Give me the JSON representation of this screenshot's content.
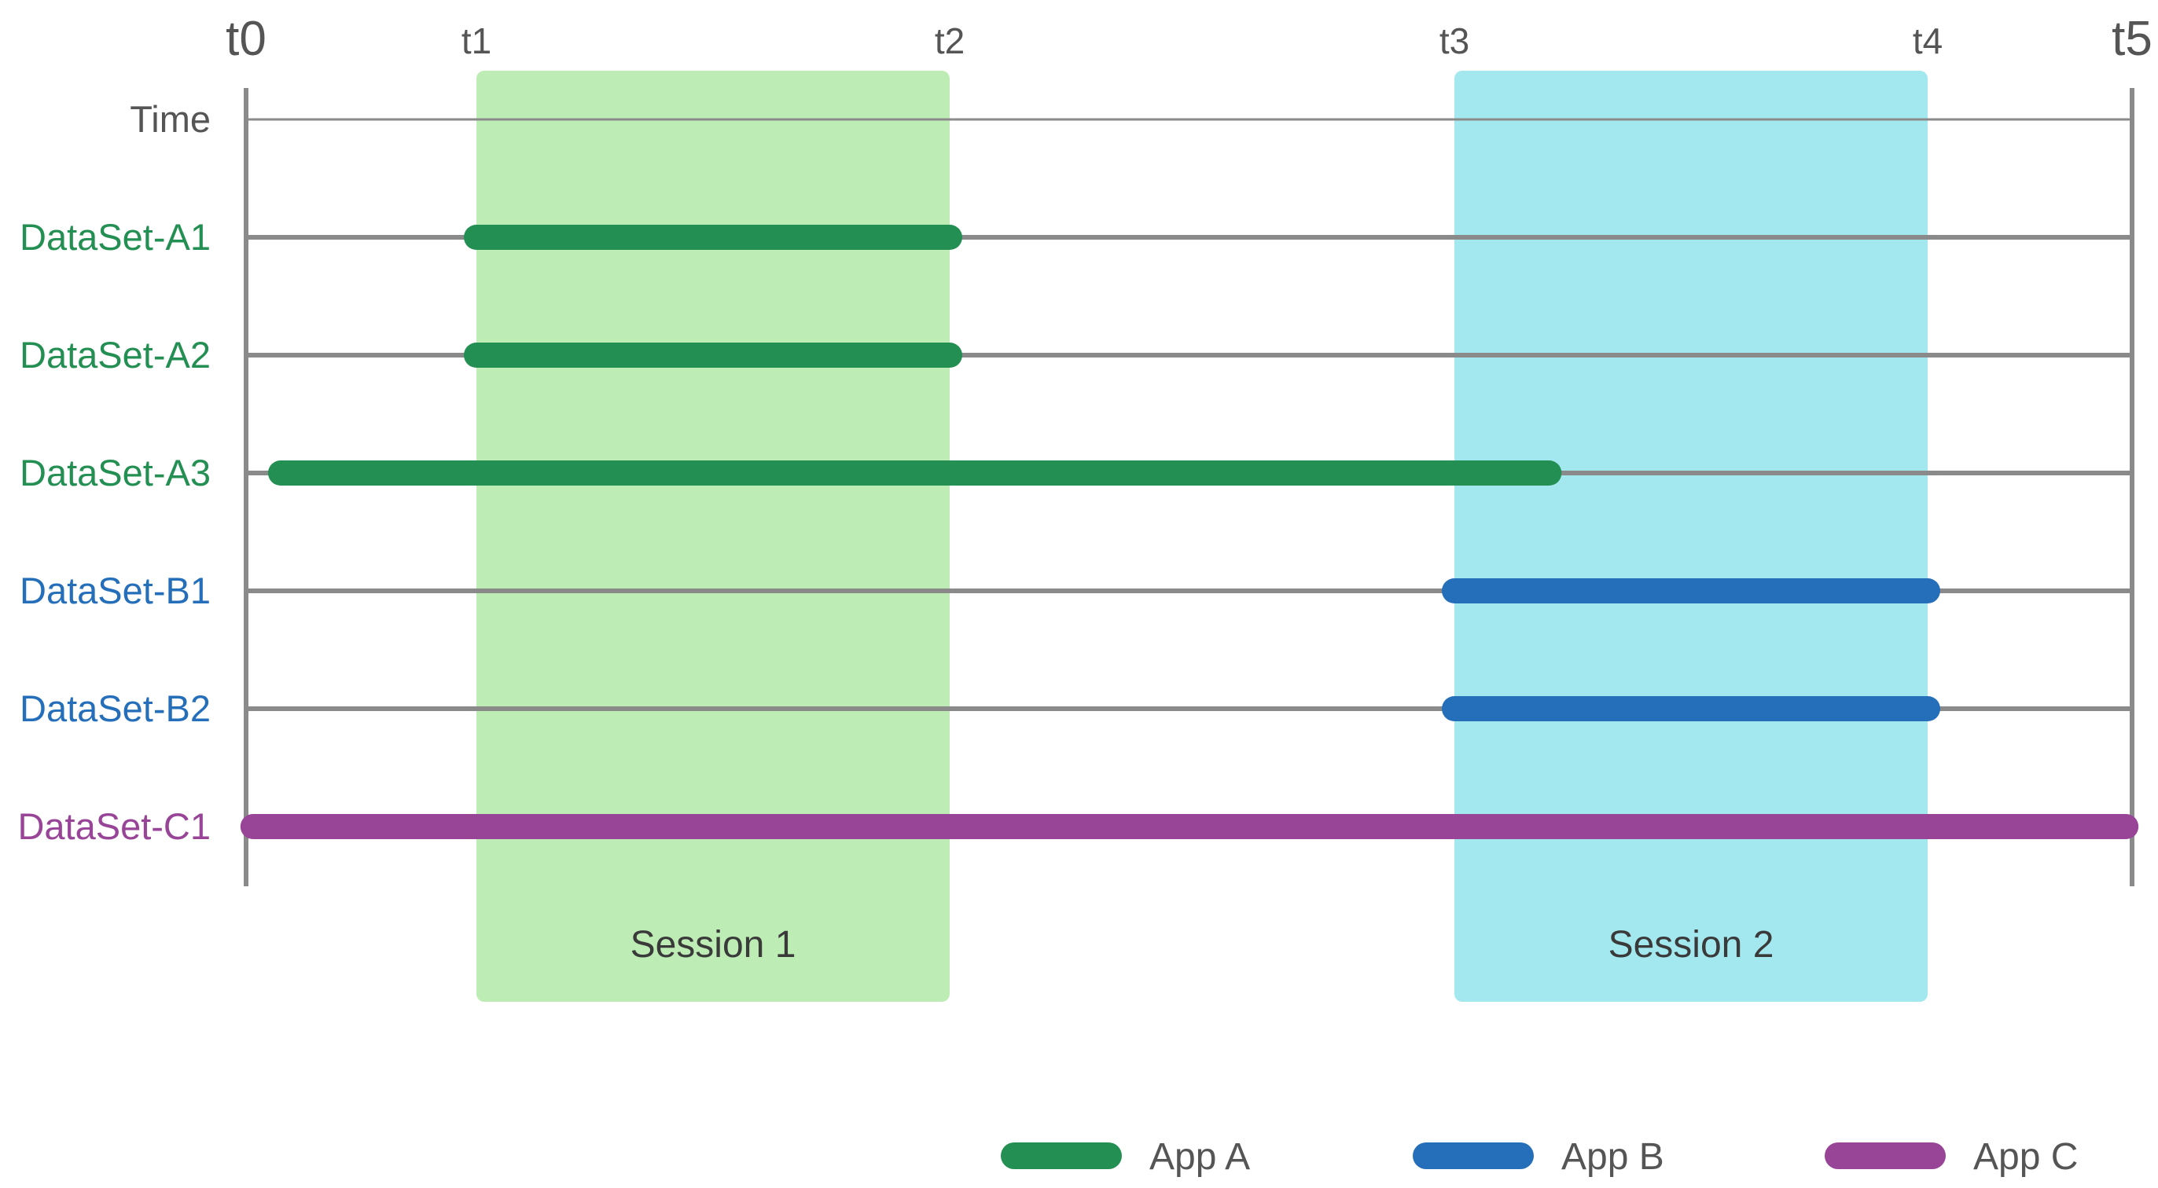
{
  "timeline": {
    "ticks": [
      {
        "label": "t0",
        "t": 0
      },
      {
        "label": "t1",
        "t": 1
      },
      {
        "label": "t2",
        "t": 2
      },
      {
        "label": "t3",
        "t": 3
      },
      {
        "label": "t4",
        "t": 4
      },
      {
        "label": "t5",
        "t": 5
      }
    ],
    "rows": [
      {
        "label": "Time",
        "app": null
      },
      {
        "label": "DataSet-A1",
        "app": "A",
        "start": 1.0,
        "end": 2.0
      },
      {
        "label": "DataSet-A2",
        "app": "A",
        "start": 1.0,
        "end": 2.0
      },
      {
        "label": "DataSet-A3",
        "app": "A",
        "start": 0.15,
        "end": 3.2
      },
      {
        "label": "DataSet-B1",
        "app": "B",
        "start": 3.0,
        "end": 4.0
      },
      {
        "label": "DataSet-B2",
        "app": "B",
        "start": 3.0,
        "end": 4.0
      },
      {
        "label": "DataSet-C1",
        "app": "C",
        "start": 0.03,
        "end": 4.97
      }
    ],
    "sessions": [
      {
        "label": "Session 1",
        "start": 1,
        "end": 2,
        "color": "#bdedb4"
      },
      {
        "label": "Session 2",
        "start": 3,
        "end": 4,
        "color": "#a3e8ef"
      }
    ]
  },
  "legend": [
    {
      "label": "App A",
      "app": "A"
    },
    {
      "label": "App B",
      "app": "B"
    },
    {
      "label": "App C",
      "app": "C"
    }
  ],
  "colors": {
    "A": "#238f52",
    "B": "#256fba",
    "C": "#984598",
    "axis": "#8a8a8a",
    "text": "#555555"
  }
}
